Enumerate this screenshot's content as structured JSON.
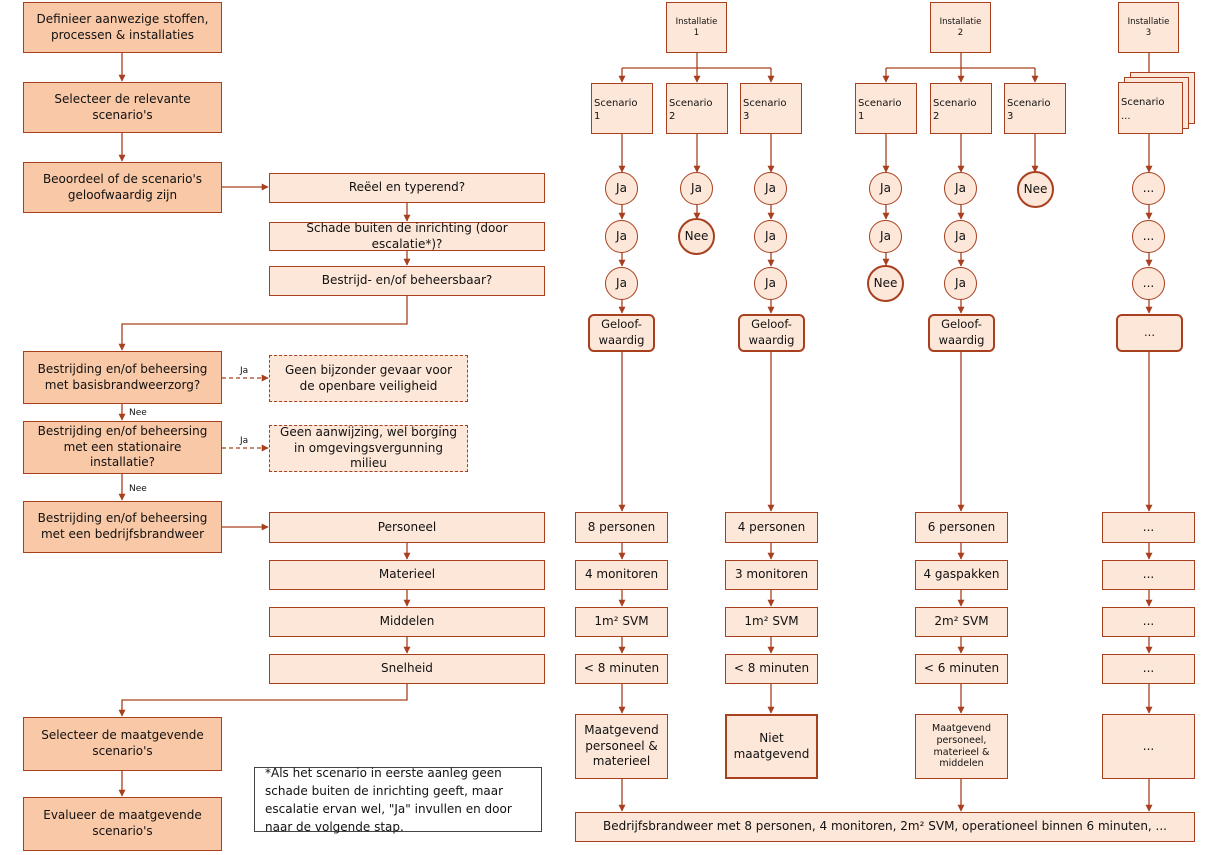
{
  "steps": {
    "s1": "Definieer aanwezige stoffen, processen & installaties",
    "s2": "Selecteer de relevante scenario's",
    "s3": "Beoordeel of de scenario's geloofwaardig zijn",
    "s4": "Bestrijding en/of beheersing met basisbrandweerzorg?",
    "s5": "Bestrijding en/of beheersing met een stationaire installatie?",
    "s6": "Bestrijding en/of beheersing met een bedrijfsbrandweer",
    "s7": "Selecteer de maatgevende scenario's",
    "s8": "Evalueer de maatgevende scenario's"
  },
  "criteria": [
    "Reëel en typerend?",
    "Schade buiten de inrichting (door escalatie*)?",
    "Bestrijd- en/of beheersbaar?"
  ],
  "outcomes": {
    "basis": "Geen bijzonder gevaar voor de openbare veiligheid",
    "stationair": "Geen aanwijzing, wel borging in omgevingsvergunning milieu"
  },
  "edge_labels": {
    "ja": "Ja",
    "nee": "Nee"
  },
  "aspects": [
    "Personeel",
    "Materieel",
    "Middelen",
    "Snelheid"
  ],
  "installaties": [
    {
      "line1": "Installatie",
      "line2": "1"
    },
    {
      "line1": "Installatie",
      "line2": "2"
    },
    {
      "line1": "Installatie",
      "line2": "3"
    }
  ],
  "scenarios": [
    {
      "line1": "Scenario",
      "line2": "1",
      "answers": [
        "Ja",
        "Ja",
        "Ja"
      ],
      "result": "Geloof-waardig",
      "resources": [
        "8 personen",
        "4 monitoren",
        "1m² SVM",
        "< 8 minuten"
      ],
      "final": "Maatgevend personeel & materieel"
    },
    {
      "line1": "Scenario",
      "line2": "2",
      "answers": [
        "Ja",
        "Nee"
      ]
    },
    {
      "line1": "Scenario",
      "line2": "3",
      "answers": [
        "Ja",
        "Ja",
        "Ja"
      ],
      "result": "Geloof-waardig",
      "resources": [
        "4 personen",
        "3 monitoren",
        "1m² SVM",
        "< 8 minuten"
      ],
      "final": "Niet maatgevend"
    },
    {
      "line1": "Scenario",
      "line2": "1",
      "answers": [
        "Ja",
        "Ja",
        "Nee"
      ]
    },
    {
      "line1": "Scenario",
      "line2": "2",
      "answers": [
        "Ja",
        "Ja",
        "Ja"
      ],
      "result": "Geloof-waardig",
      "resources": [
        "6 personen",
        "4 gaspakken",
        "2m² SVM",
        "< 6 minuten"
      ],
      "final": "Maatgevend personeel, materieel & middelen"
    },
    {
      "line1": "Scenario",
      "line2": "3",
      "answers": [
        "Nee"
      ]
    },
    {
      "line1": "Scenario",
      "line2": "...",
      "answers": [
        "...",
        "...",
        "..."
      ],
      "result": "...",
      "resources": [
        "...",
        "...",
        "...",
        "..."
      ],
      "final": "..."
    }
  ],
  "summary": "Bedrijfsbrandweer met 8 personen, 4 monitoren, 2m² SVM, operationeel binnen 6 minuten, ...",
  "footnote": "*Als het scenario in eerste aanleg geen schade buiten de inrichting geeft, maar escalatie ervan wel, \"Ja\" invullen en door naar de volgende stap.",
  "colors": {
    "stroke": "#a8401f",
    "main_fill": "#f9c8a6",
    "sub_fill": "#fde7d9"
  }
}
